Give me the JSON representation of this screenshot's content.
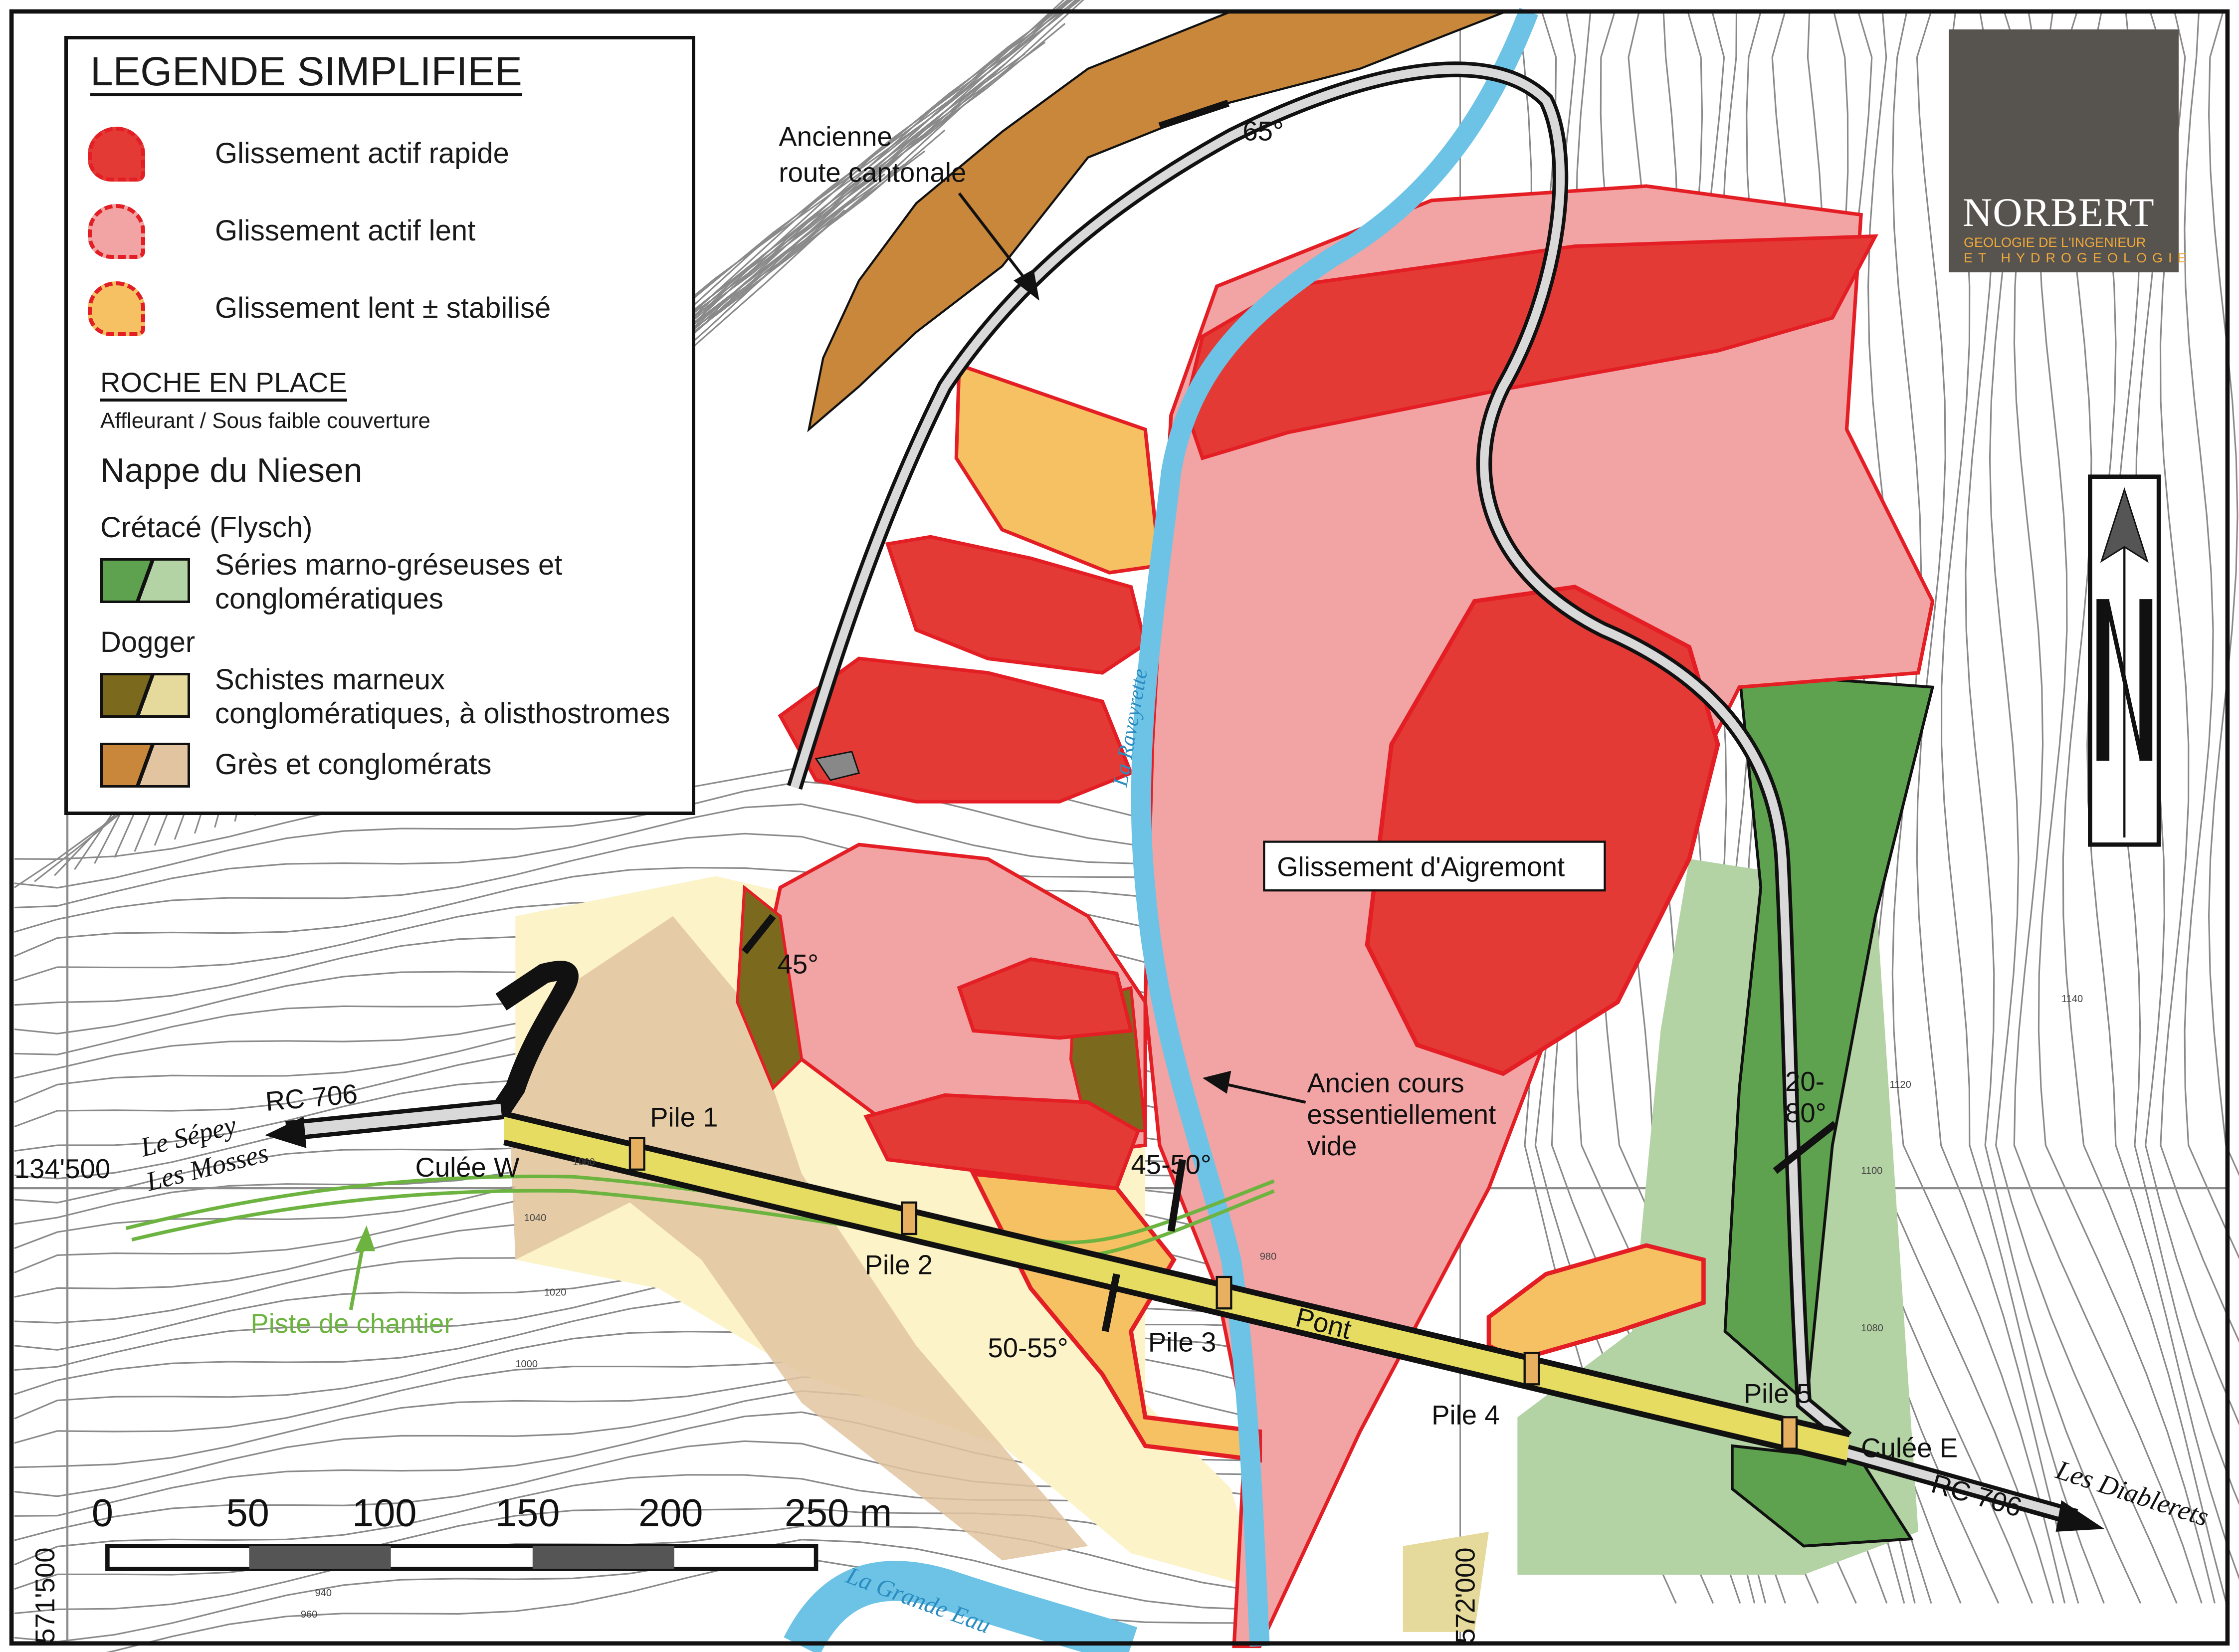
{
  "legend": {
    "title": "LEGENDE SIMPLIFIEE",
    "slides": [
      {
        "label": "Glissement actif rapide",
        "color": "#e43a36"
      },
      {
        "label": "Glissement actif lent",
        "color": "#f2a3a3"
      },
      {
        "label": "Glissement lent ± stabilisé",
        "color": "#f6c163"
      }
    ],
    "rock_heading": "ROCHE EN PLACE",
    "rock_sub": "Affleurant / Sous faible couverture",
    "nappe": "Nappe du Niesen",
    "cretace": "Crétacé (Flysch)",
    "cretace_item": {
      "line1": "Séries marno-gréseuses et",
      "line2": "conglomératiques",
      "dark": "#5ea24f",
      "light": "#b4d3a4"
    },
    "dogger": "Dogger",
    "dogger_item": {
      "line1": "Schistes marneux",
      "line2": "conglomératiques, à olisthostromes",
      "dark": "#7b6a1e",
      "light": "#e6d99c"
    },
    "gres_item": {
      "label": "Grès et conglomérats",
      "dark": "#c8873b",
      "light": "#e2c4a0"
    }
  },
  "logo": {
    "name": "NORBERT",
    "line1": "GEOLOGIE DE L'INGENIEUR",
    "line2": "ET HYDROGEOLOGIE",
    "bg": "#57544f",
    "accent": "#f2a93b"
  },
  "map": {
    "labels": {
      "ancienne_route_1": "Ancienne",
      "ancienne_route_2": "route cantonale",
      "aigremont": "Glissement d'Aigremont",
      "ancien_cours_1": "Ancien cours",
      "ancien_cours_2": "essentiellement",
      "ancien_cours_3": "vide",
      "piste": "Piste de chantier",
      "raveyrette": "La Raveyrette",
      "grande_eau": "La Grande Eau",
      "rc706_w": "RC 706",
      "rc706_e": "RC 706",
      "le_sepey": "Le Sépey",
      "les_mosses": "Les Mosses",
      "les_diablerets": "Les Diablerets",
      "culee_w": "Culée W",
      "culee_e": "Culée E",
      "pont": "Pont",
      "pile1": "Pile 1",
      "pile2": "Pile 2",
      "pile3": "Pile 3",
      "pile4": "Pile 4",
      "pile5": "Pile 5"
    },
    "dips": {
      "d65": "65°",
      "d45": "45°",
      "d4550": "45-50°",
      "d5055": "50-55°",
      "d2080_1": "20-",
      "d2080_2": "80°"
    },
    "coords": {
      "north_500": "134'500",
      "east_571500": "571'500",
      "east_572000": "572'000"
    },
    "contour_labels": [
      "1060",
      "1040",
      "1020",
      "1000",
      "980",
      "960",
      "940",
      "1080",
      "1100",
      "1120",
      "1140"
    ],
    "scale": {
      "ticks": [
        "0",
        "50",
        "100",
        "150",
        "200",
        "250 m"
      ]
    },
    "colors": {
      "rapid": "#e43a36",
      "slow": "#f2a3a3",
      "stabilized": "#f6c163",
      "river": "#6cc3e6",
      "bridge": "#e6dc62",
      "road": "#d9d9d9",
      "piste": "#6cb33f"
    }
  }
}
